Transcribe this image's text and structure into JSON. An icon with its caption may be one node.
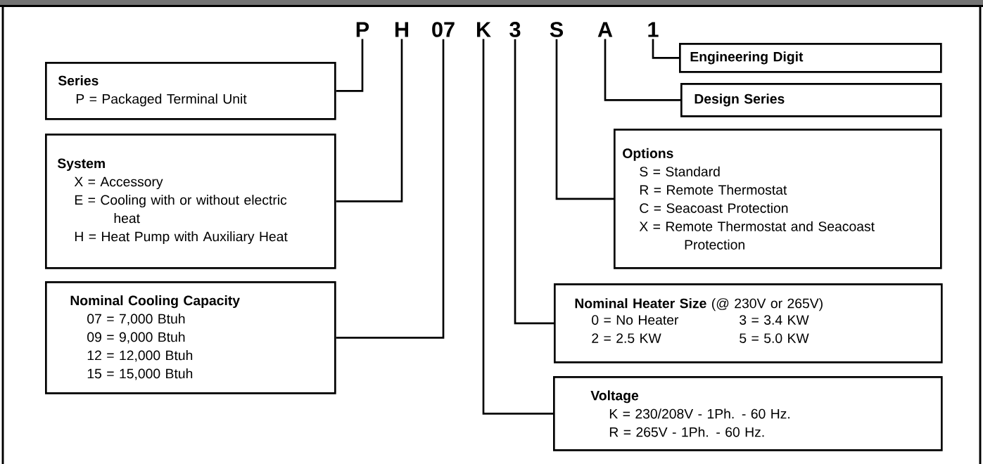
{
  "diagram": {
    "nodes": [
      {
        "text": [
          "P"
        ]
      },
      {
        "text": [
          "H"
        ]
      },
      {
        "text": [
          "07"
        ]
      },
      {
        "text": [
          "K"
        ]
      },
      {
        "text": [
          "3"
        ]
      },
      {
        "text": [
          "S"
        ]
      },
      {
        "text": [
          "A"
        ]
      },
      {
        "text": [
          "1"
        ]
      },
      {
        "text": [
          "Engineering Digit"
        ]
      },
      {
        "text": [
          "Series",
          "P = Packaged Terminal Unit"
        ]
      },
      {
        "text": [
          "Design Series"
        ]
      },
      {
        "text": [
          "System",
          "X = Accessory",
          "E = Cooling with or without electric heat",
          "H = Heat Pump with Auxiliary Heat"
        ]
      },
      {
        "text": [
          "Options",
          "S = Standard",
          "R = Remote Thermostat",
          "C = Seacoast Protection",
          "X = Remote Thermostat and Seacoast Protection"
        ]
      },
      {
        "text": [
          "Nominal Cooling Capacity",
          "07 = 7,000 Btuh",
          "09 = 9,000 Btuh",
          "12 = 12,000 Btuh",
          "15 = 15,000 Btuh"
        ]
      },
      {
        "text": [
          "**Nominal Heater Size** (@ 230V or 265V)",
          "0 = No Heater",
          "3 = 3.4 KW",
          "2 = 2.5 KW",
          "5 = 5.0 KW"
        ]
      },
      {
        "text": [
          "Voltage",
          "K = 230/208V - 1Ph. - 60 Hz.",
          "R = 265V - 1Ph. - 60 Hz."
        ]
      }
    ],
    "edges": [
      {
        "from": 0,
        "to": 9,
        "arrow": "none"
      },
      {
        "from": 1,
        "to": 11,
        "arrow": "none"
      },
      {
        "from": 2,
        "to": 13,
        "arrow": "none"
      },
      {
        "from": 3,
        "to": 15,
        "arrow": "none"
      },
      {
        "from": 4,
        "to": 14,
        "arrow": "none"
      },
      {
        "from": 5,
        "to": 12,
        "arrow": "none"
      },
      {
        "from": 6,
        "to": 10,
        "arrow": "none"
      },
      {
        "from": 7,
        "to": 8,
        "arrow": "none"
      }
    ]
  }
}
